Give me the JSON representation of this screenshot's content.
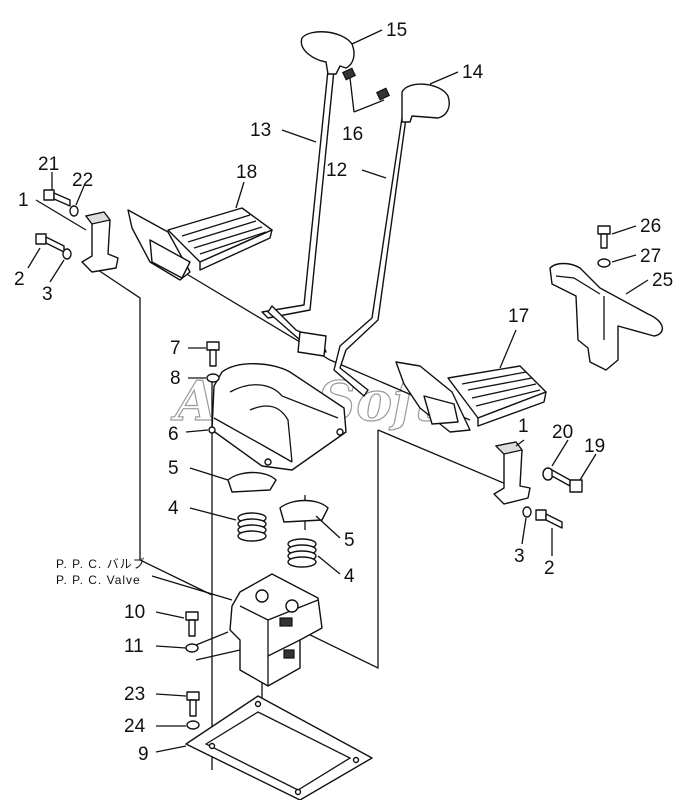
{
  "diagram": {
    "valve_label_jp": "P. P. C. バルブ",
    "valve_label_en": "P. P. C. Valve",
    "watermark": "AutoSoft",
    "callouts": {
      "c1a": "1",
      "c1b": "1",
      "c2a": "2",
      "c2b": "2",
      "c3a": "3",
      "c3b": "3",
      "c4a": "4",
      "c4b": "4",
      "c5a": "5",
      "c5b": "5",
      "c6": "6",
      "c7": "7",
      "c8": "8",
      "c9": "9",
      "c10": "10",
      "c11": "11",
      "c12": "12",
      "c13": "13",
      "c14": "14",
      "c15": "15",
      "c16": "16",
      "c17": "17",
      "c18": "18",
      "c19": "19",
      "c20": "20",
      "c21": "21",
      "c22": "22",
      "c23": "23",
      "c24": "24",
      "c25": "25",
      "c26": "26",
      "c27": "27"
    }
  }
}
